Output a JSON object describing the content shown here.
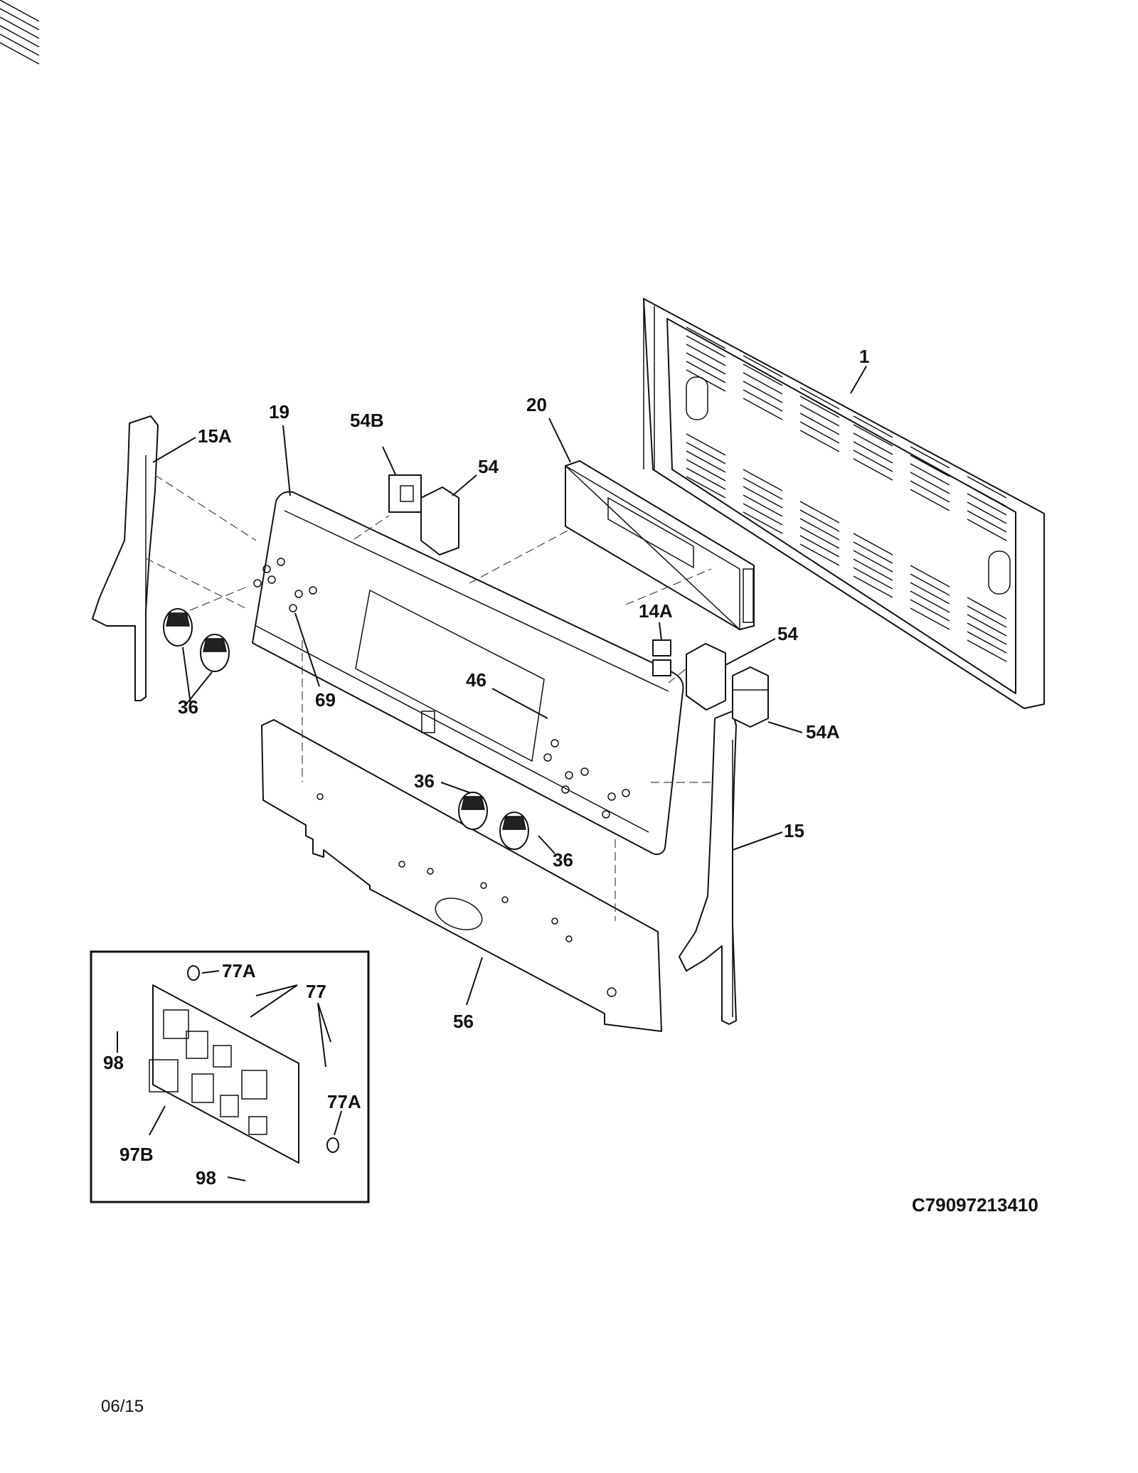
{
  "callouts": {
    "c1": "1",
    "c19": "19",
    "c20": "20",
    "c15A": "15A",
    "c54B": "54B",
    "c54_top": "54",
    "c14A": "14A",
    "c54_mid": "54",
    "c54A": "54A",
    "c46": "46",
    "c36_left": "36",
    "c69": "69",
    "c36_mid": "36",
    "c36_right": "36",
    "c15": "15",
    "c56": "56",
    "c77A_top": "77A",
    "c77": "77",
    "c98_top": "98",
    "c97B": "97B",
    "c77A_bottom": "77A",
    "c98_bottom": "98"
  },
  "diagram_code": "C79097213410",
  "date": "06/15"
}
